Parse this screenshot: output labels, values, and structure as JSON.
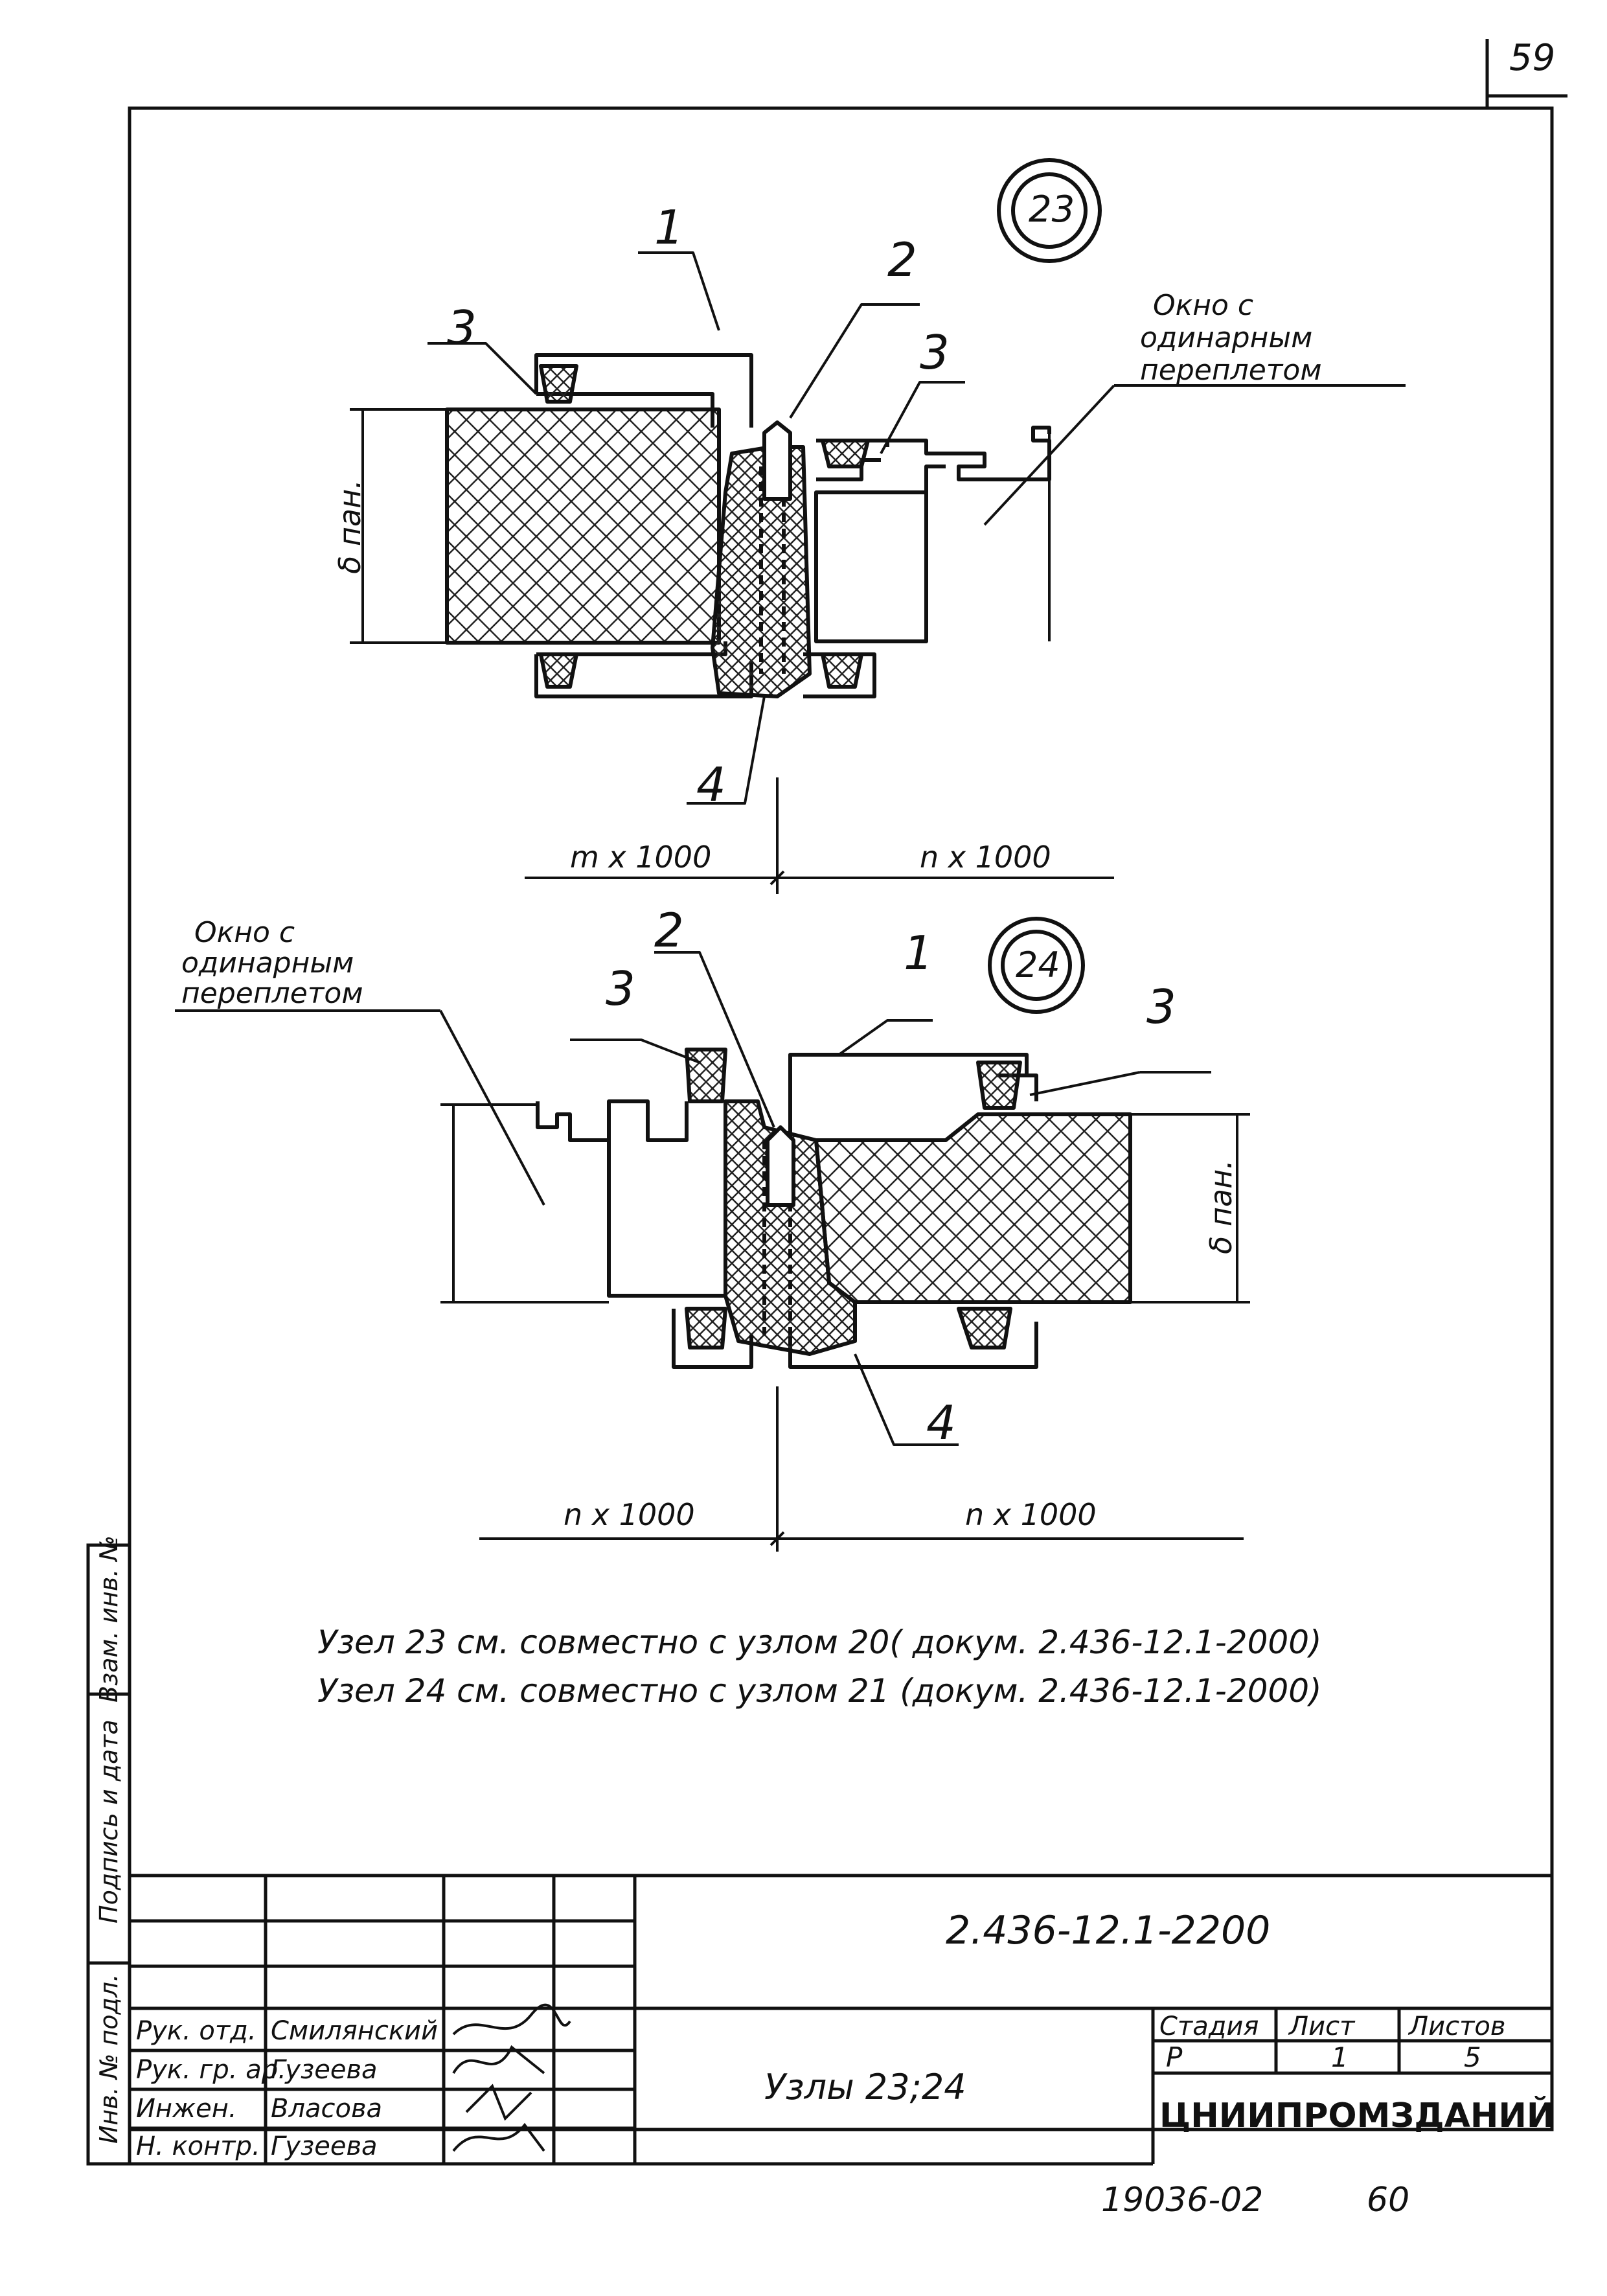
{
  "sheet_number_corner": "59",
  "node_23": {
    "marker": "23",
    "callouts": {
      "c1": "1",
      "c2": "2",
      "c3_left": "3",
      "c3_right": "3",
      "c4": "4"
    },
    "window_label": [
      "Окно с",
      "одинарным",
      "переплетом"
    ],
    "thickness_label": "δ пан.",
    "dim_left": "m x 1000",
    "dim_right": "n x 1000"
  },
  "node_24": {
    "marker": "24",
    "callouts": {
      "c1": "1",
      "c2": "2",
      "c3_left": "3",
      "c3_right": "3",
      "c4": "4"
    },
    "window_label": [
      "Окно с",
      "одинарным",
      "переплетом"
    ],
    "thickness_label": "δ пан.",
    "dim_left": "n x 1000",
    "dim_right": "n x 1000"
  },
  "notes": [
    "Узел 23  см. совместно    с  узлом  20( докум. 2.436-12.1-2000)",
    "Узел 24  см. совместно  с  узлом  21 (докум. 2.436-12.1-2000)"
  ],
  "side_stamp": {
    "inv_orig": "Инв. № подл.",
    "sign_date": "Подпись и дата",
    "vzam_inv": "Взам. инв. №"
  },
  "title_block": {
    "doc_code": "2.436-12.1-2200",
    "title": "Узлы 23;24",
    "org": "ЦНИИПРОМЗДАНИЙ",
    "headers": {
      "stage": "Стадия",
      "sheet": "Лист",
      "sheets": "Листов"
    },
    "values": {
      "stage": "Р",
      "sheet": "1",
      "sheets": "5"
    },
    "people": [
      {
        "role": "Рук. отд.",
        "name": "Смилянский"
      },
      {
        "role": "Рук. гр. ар.",
        "name": "Гузеева"
      },
      {
        "role": "Инжен.",
        "name": "Власова"
      },
      {
        "role": "Н. контр.",
        "name": "Гузеева"
      }
    ]
  },
  "bottom_stamp": {
    "archive": "19036-02",
    "page": "60"
  }
}
